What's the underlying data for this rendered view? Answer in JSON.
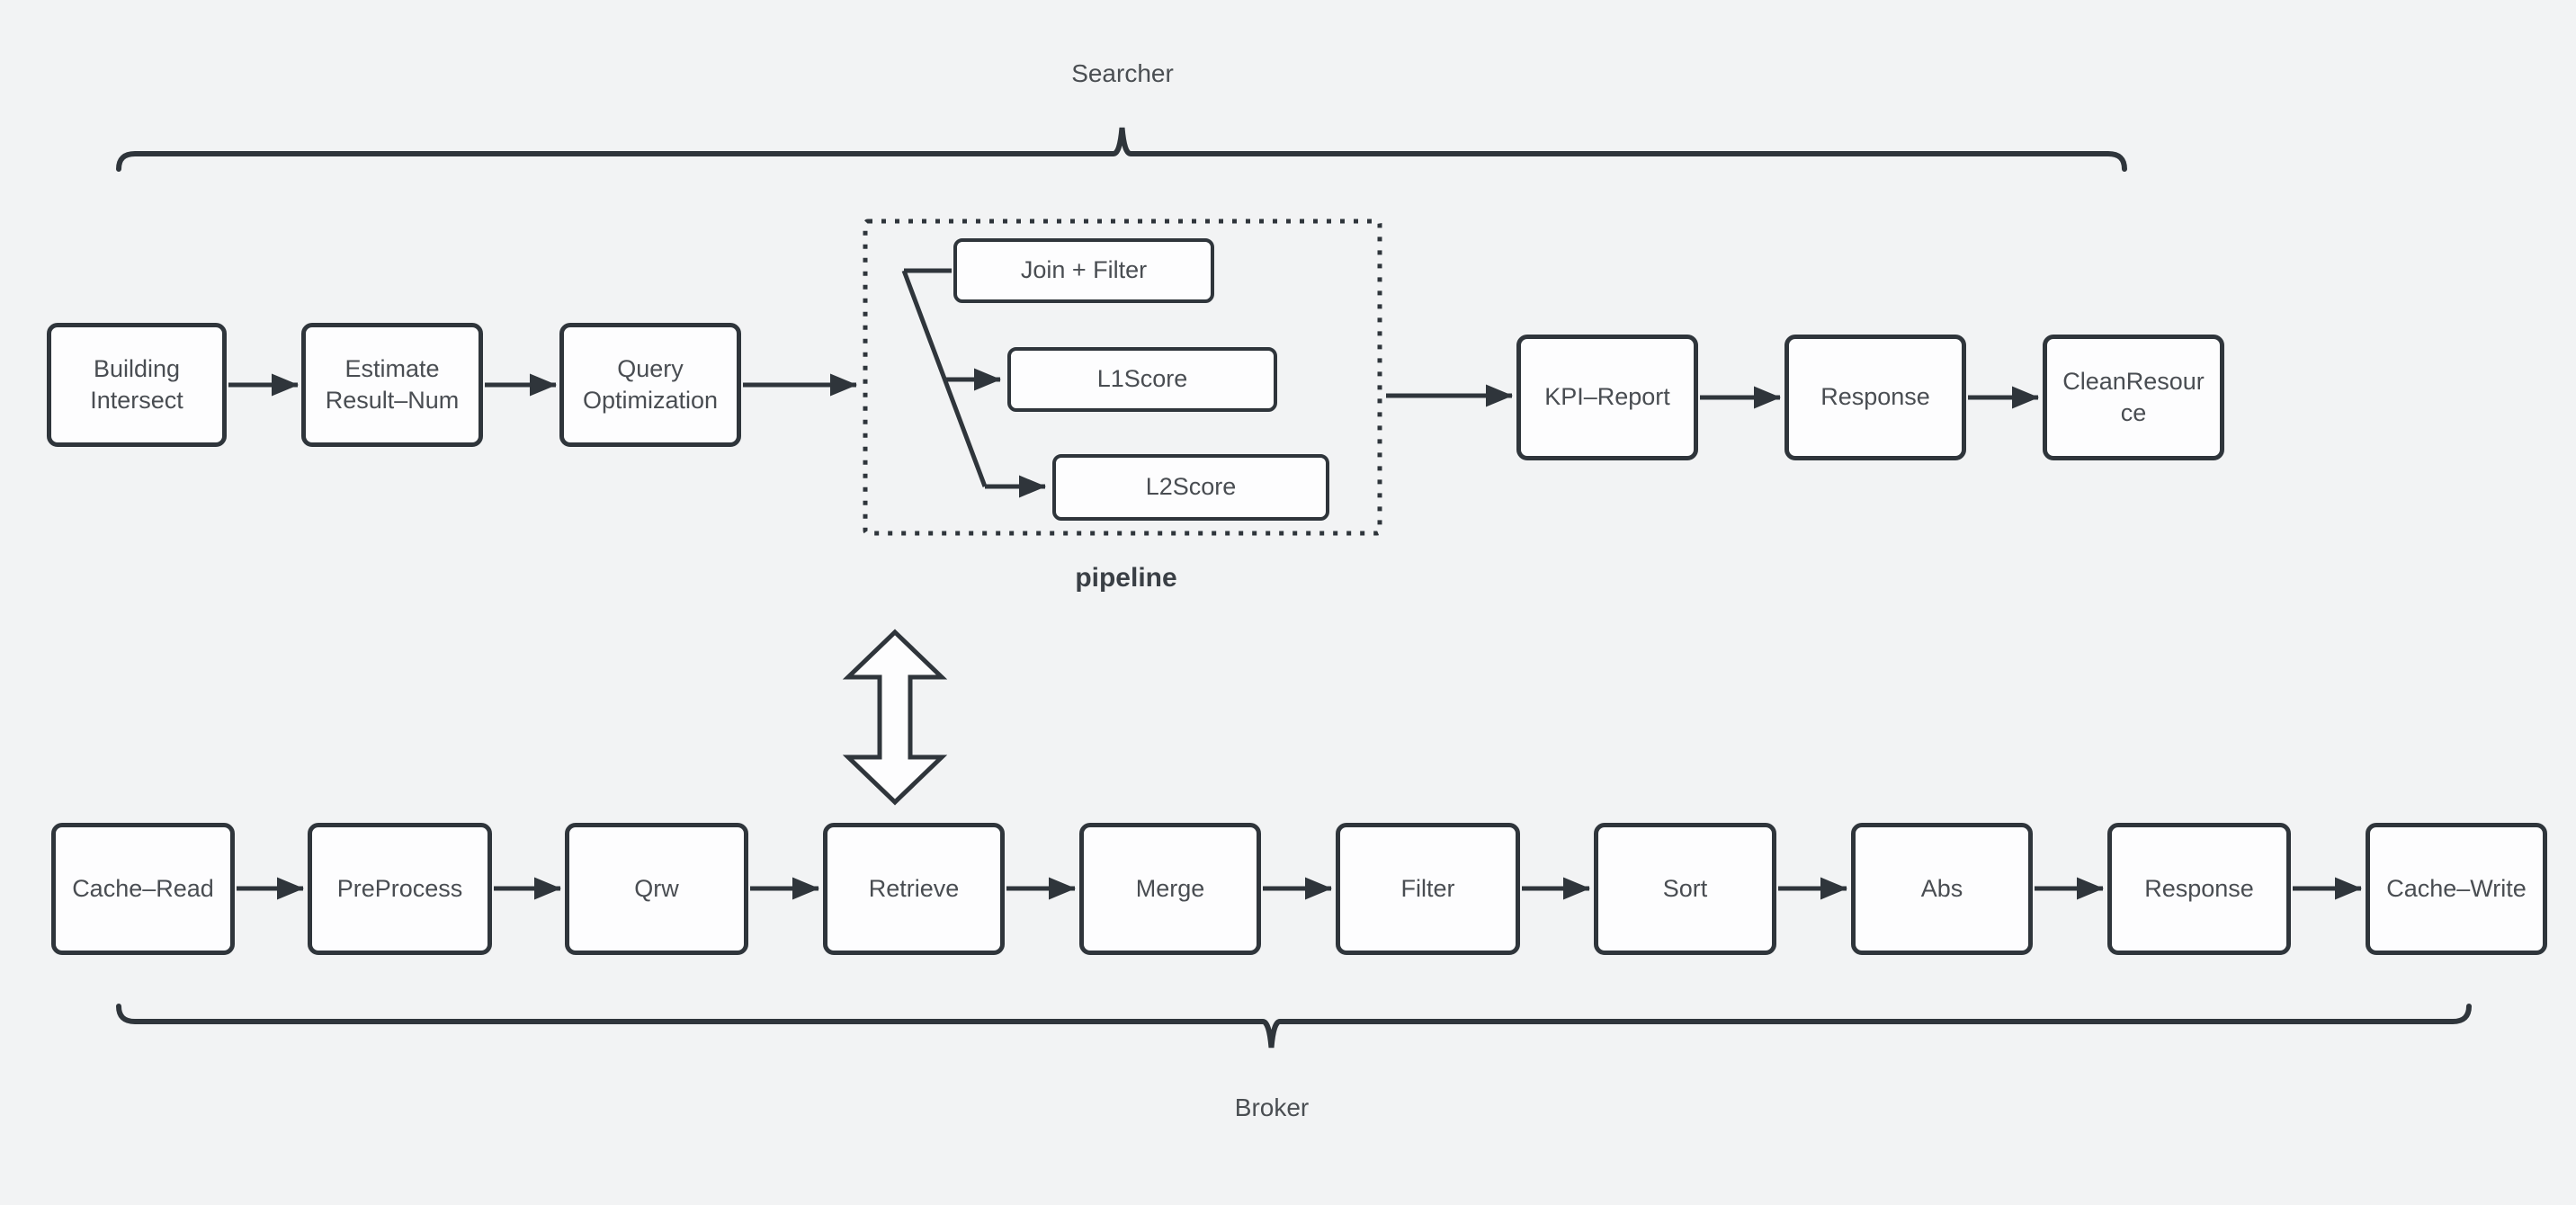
{
  "sections": {
    "searcher": {
      "label": "Searcher"
    },
    "broker": {
      "label": "Broker"
    },
    "pipeline": {
      "label": "pipeline"
    }
  },
  "searcher_flow": [
    {
      "label": "Building Intersect"
    },
    {
      "label": "Estimate Result–Num"
    },
    {
      "label": "Query Optimization"
    },
    {
      "label": "KPI–Report"
    },
    {
      "label": "Response"
    },
    {
      "label": "CleanResource"
    }
  ],
  "pipeline_nodes": [
    {
      "label": "Join + Filter"
    },
    {
      "label": "L1Score"
    },
    {
      "label": "L2Score"
    }
  ],
  "broker_flow": [
    {
      "label": "Cache–Read"
    },
    {
      "label": "PreProcess"
    },
    {
      "label": "Qrw"
    },
    {
      "label": "Retrieve"
    },
    {
      "label": "Merge"
    },
    {
      "label": "Filter"
    },
    {
      "label": "Sort"
    },
    {
      "label": "Abs"
    },
    {
      "label": "Response"
    },
    {
      "label": "Cache–Write"
    }
  ],
  "colors": {
    "background": "#f2f3f4",
    "stroke": "#2f353b",
    "node_fill": "#fdfdfe",
    "node_text": "#494d52"
  }
}
